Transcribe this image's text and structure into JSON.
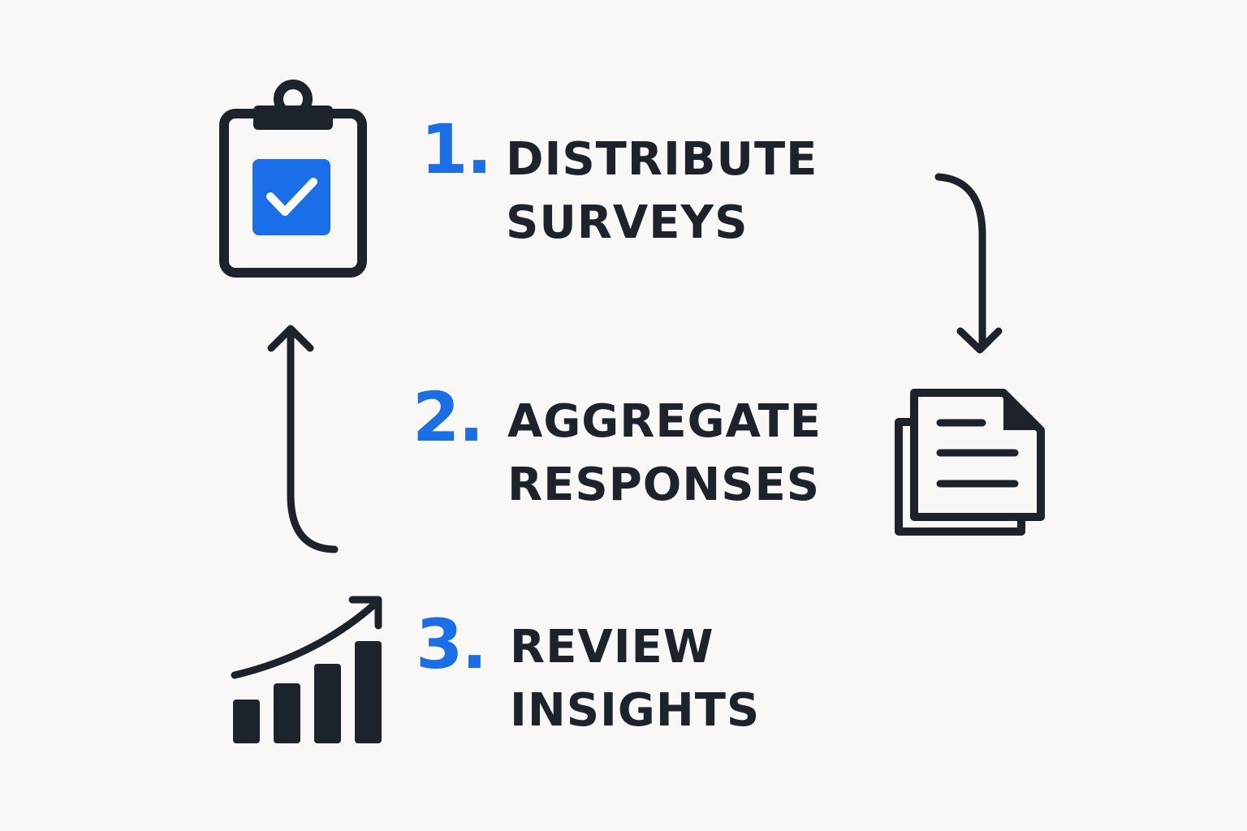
{
  "colors": {
    "background": "#f9f8f6",
    "ink": "#1c232b",
    "accent": "#1a6fe8"
  },
  "steps": [
    {
      "number": "1.",
      "line1": "DISTRIBUTE",
      "line2": "SURVEYS",
      "icon": "clipboard-check-icon"
    },
    {
      "number": "2.",
      "line1": "AGGREGATE",
      "line2": "RESPONSES",
      "icon": "documents-icon"
    },
    {
      "number": "3.",
      "line1": "REVIEW",
      "line2": "INSIGHTS",
      "icon": "growth-chart-icon"
    }
  ],
  "connectors": [
    {
      "name": "curved-arrow-down",
      "from": "1",
      "to": "2"
    },
    {
      "name": "curved-arrow-up",
      "from": "3",
      "to": "1"
    }
  ]
}
